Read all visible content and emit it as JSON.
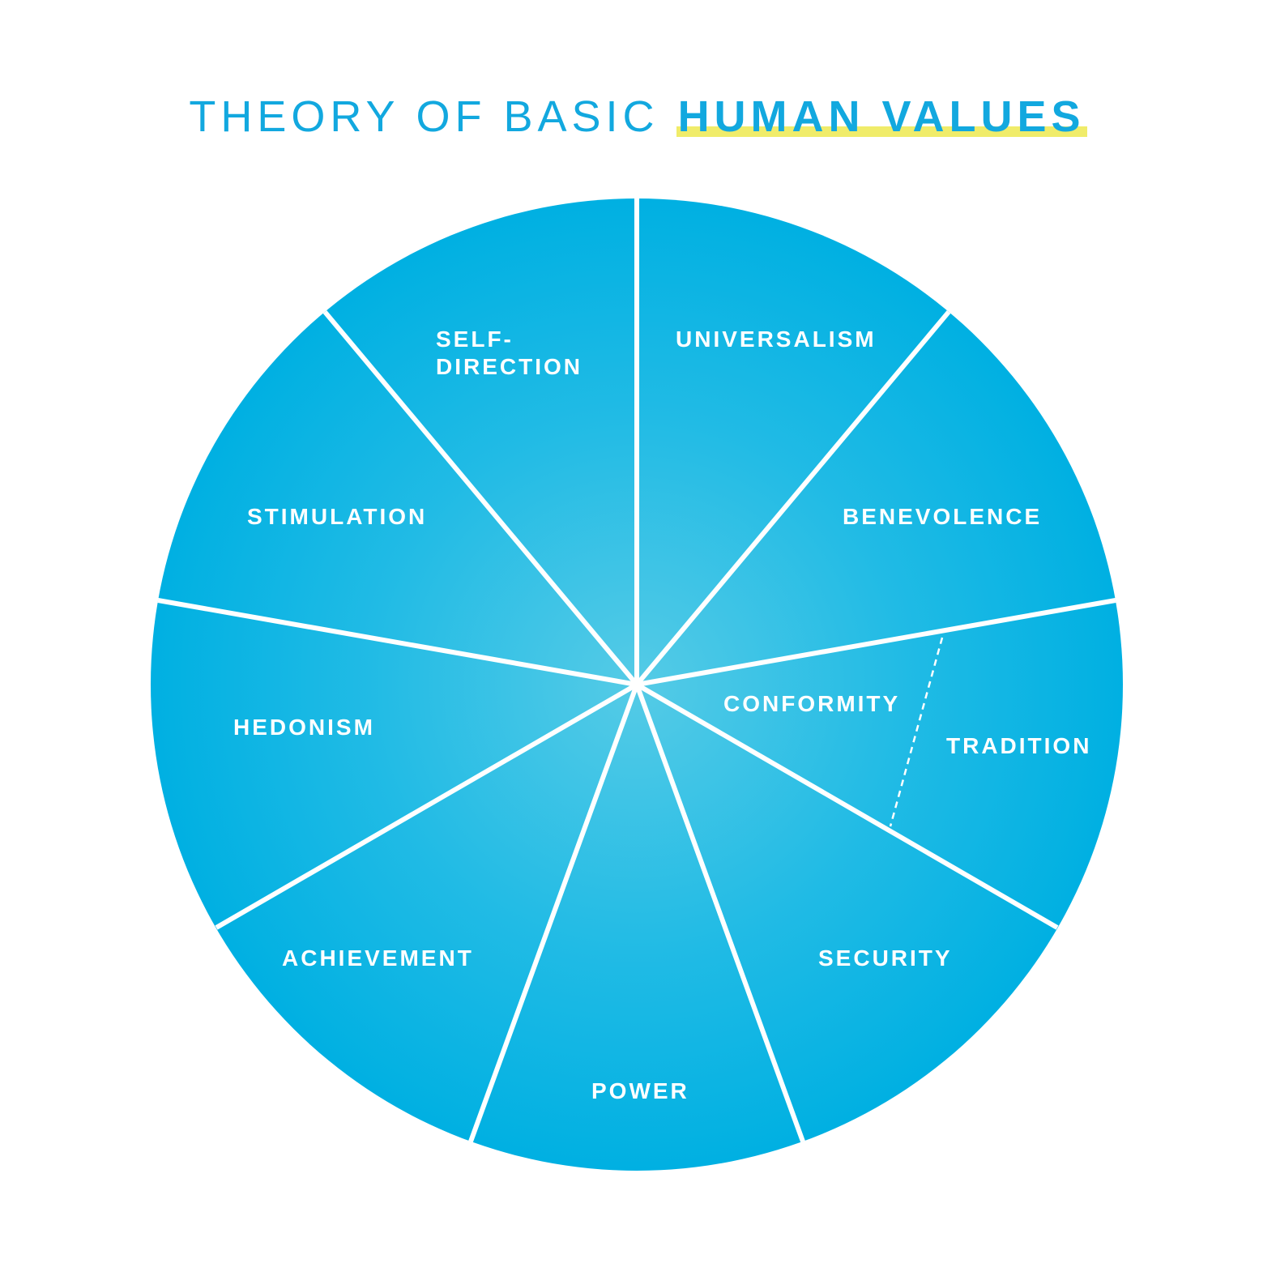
{
  "title": {
    "part_a": "THEORY OF BASIC",
    "part_b": "HUMAN VALUES"
  },
  "colors": {
    "title": "#12a8df",
    "highlight": "#f0ec6a",
    "wheel_center": "#55cbe6",
    "wheel_edge": "#00b0e2",
    "divider": "#ffffff"
  },
  "segments": [
    {
      "id": "self-direction",
      "lines": [
        "SELF-",
        "DIRECTION"
      ]
    },
    {
      "id": "universalism",
      "lines": [
        "UNIVERSALISM"
      ]
    },
    {
      "id": "benevolence",
      "lines": [
        "BENEVOLENCE"
      ]
    },
    {
      "id": "conformity",
      "lines": [
        "CONFORMITY"
      ]
    },
    {
      "id": "tradition",
      "lines": [
        "TRADITION"
      ]
    },
    {
      "id": "security",
      "lines": [
        "SECURITY"
      ]
    },
    {
      "id": "power",
      "lines": [
        "POWER"
      ]
    },
    {
      "id": "achievement",
      "lines": [
        "ACHIEVEMENT"
      ]
    },
    {
      "id": "hedonism",
      "lines": [
        "HEDONISM"
      ]
    },
    {
      "id": "stimulation",
      "lines": [
        "STIMULATION"
      ]
    }
  ]
}
